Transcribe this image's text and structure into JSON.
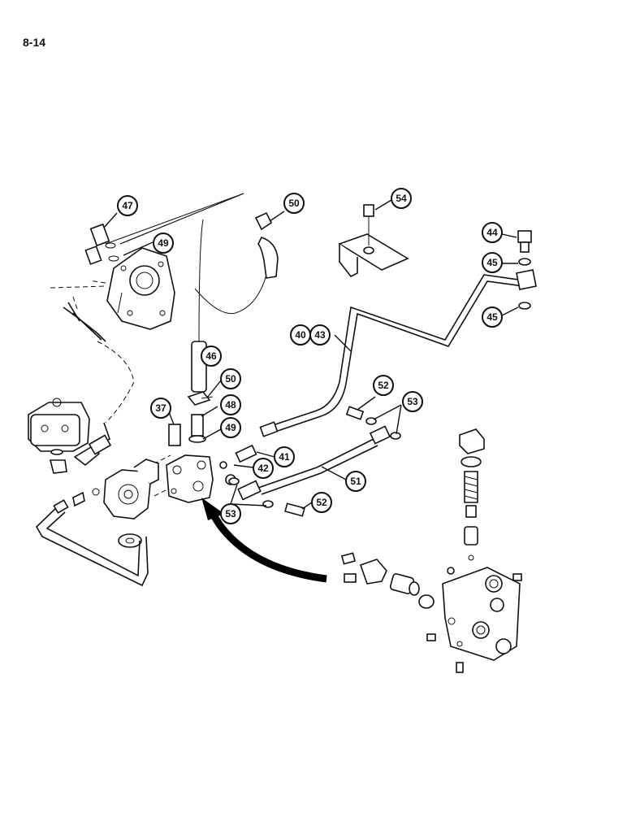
{
  "page": {
    "number": "8-14"
  },
  "callouts": [
    "47",
    "50",
    "54",
    "44",
    "45",
    "49",
    "45",
    "40",
    "43",
    "46",
    "50",
    "52",
    "53",
    "37",
    "48",
    "49",
    "41",
    "42",
    "51",
    "53",
    "52"
  ],
  "colors": {
    "ink": "#111111",
    "paper": "#ffffff",
    "arrow": "#000000"
  }
}
